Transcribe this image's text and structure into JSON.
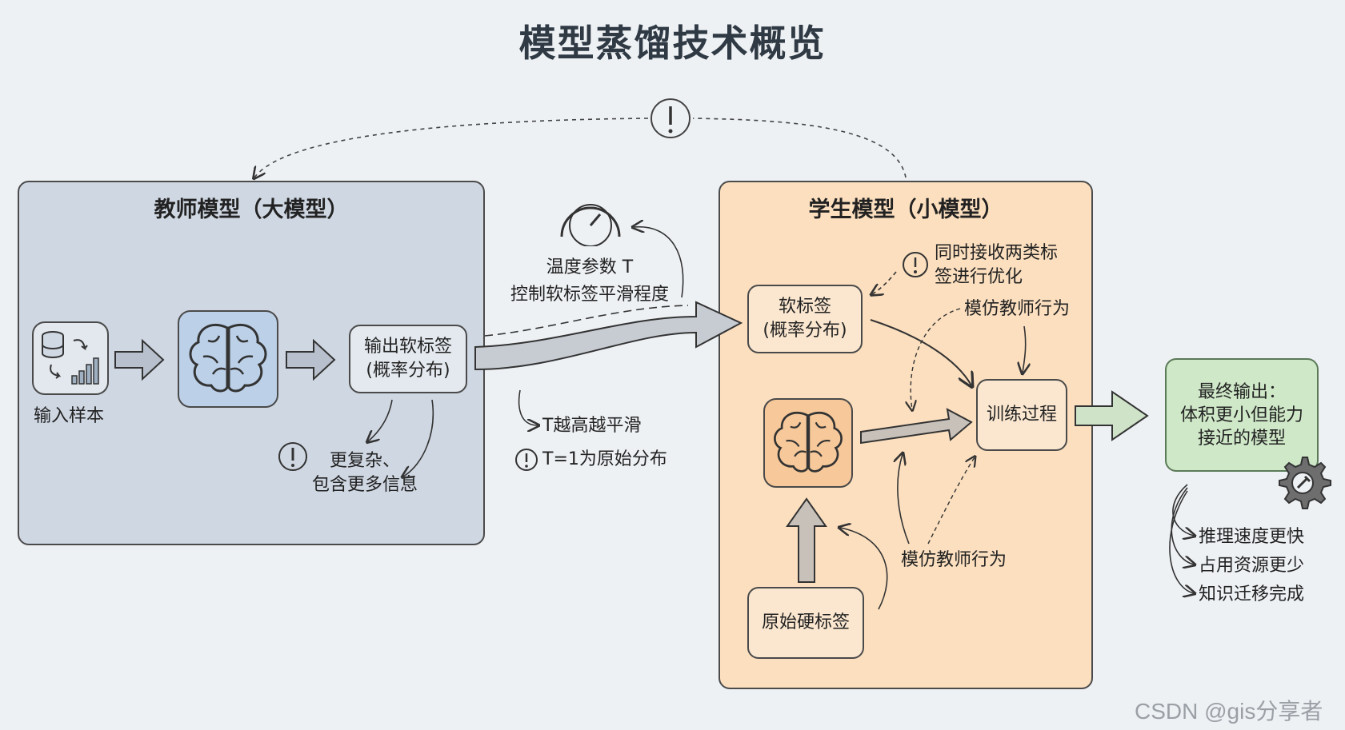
{
  "title": "模型蒸馏技术概览",
  "teacher": {
    "title": "教师模型（大模型）",
    "input_label": "输入样本",
    "output_box": "输出软标签\n(概率分布)",
    "note": "更复杂、\n包含更多信息"
  },
  "middle": {
    "temperature": "温度参数 T\n控制软标签平滑程度",
    "smooth": "T越高越平滑",
    "original": "T=1为原始分布"
  },
  "student": {
    "title": "学生模型（小模型）",
    "soft_box": "软标签\n(概率分布)",
    "note_top": "同时接收两类标\n签进行优化",
    "imitate_top": "模仿教师行为",
    "train_box": "训练过程",
    "hard_box": "原始硬标签",
    "imitate_bottom": "模仿教师行为"
  },
  "output": {
    "box": "最终输出：\n体积更小但能力\n接近的模型",
    "benefits": [
      "推理速度更快",
      "占用资源更少",
      "知识迁移完成"
    ]
  },
  "watermark": "CSDN @gis分享者",
  "colors": {
    "teacher_bg": "#cfd7e2",
    "student_bg": "#fbdfbf",
    "output_bg": "#cfe8c8",
    "teacher_icon_bg": "#bcd0e8",
    "student_icon_bg": "#f6c89a"
  },
  "icons": [
    "database-icon",
    "bar-chart-icon",
    "brain-icon",
    "gauge-icon",
    "exclamation-icon",
    "gear-icon",
    "arrow-icon"
  ]
}
